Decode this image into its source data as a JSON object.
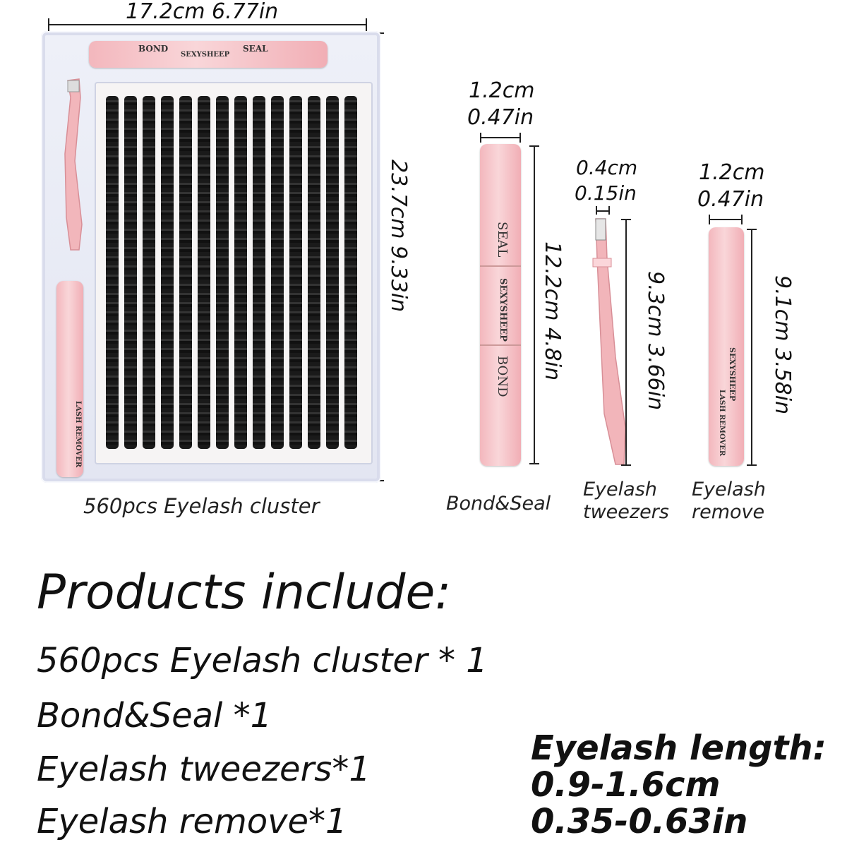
{
  "tray": {
    "width_label": "17.2cm 6.77in",
    "height_label": "23.7cm 9.33in",
    "caption": "560pcs Eyelash cluster",
    "bond_tube_labels": {
      "bond": "BOND",
      "brand": "SEXYSHEEP",
      "seal": "SEAL"
    },
    "remover_label": "LASH REMOVER"
  },
  "bond_seal": {
    "width_cm": "1.2cm",
    "width_in": "0.47in",
    "height_label": "12.2cm 4.8in",
    "caption": "Bond&Seal",
    "labels": {
      "seal": "SEAL",
      "brand": "SEXYSHEEP",
      "bond": "BOND"
    }
  },
  "tweezers": {
    "width_cm": "0.4cm",
    "width_in": "0.15in",
    "height_label": "9.3cm 3.66in",
    "caption_line1": "Eyelash",
    "caption_line2": "tweezers"
  },
  "remover": {
    "width_cm": "1.2cm",
    "width_in": "0.47in",
    "height_label": "9.1cm 3.58in",
    "caption_line1": "Eyelash",
    "caption_line2": "remove",
    "labels": {
      "brand": "SEXYSHEEP",
      "title": "LASH REMOVER"
    }
  },
  "products": {
    "heading": "Products include:",
    "items": [
      "560pcs Eyelash cluster * 1",
      "Bond&Seal *1",
      "Eyelash tweezers*1",
      "Eyelash remove*1"
    ]
  },
  "eyelash_length": {
    "label": "Eyelash length:",
    "cm": "0.9-1.6cm",
    "in": "0.35-0.63in"
  },
  "colors": {
    "pink": "#f3b7bd",
    "tray": "#e3e6f2",
    "lash": "#1a1a1a"
  }
}
